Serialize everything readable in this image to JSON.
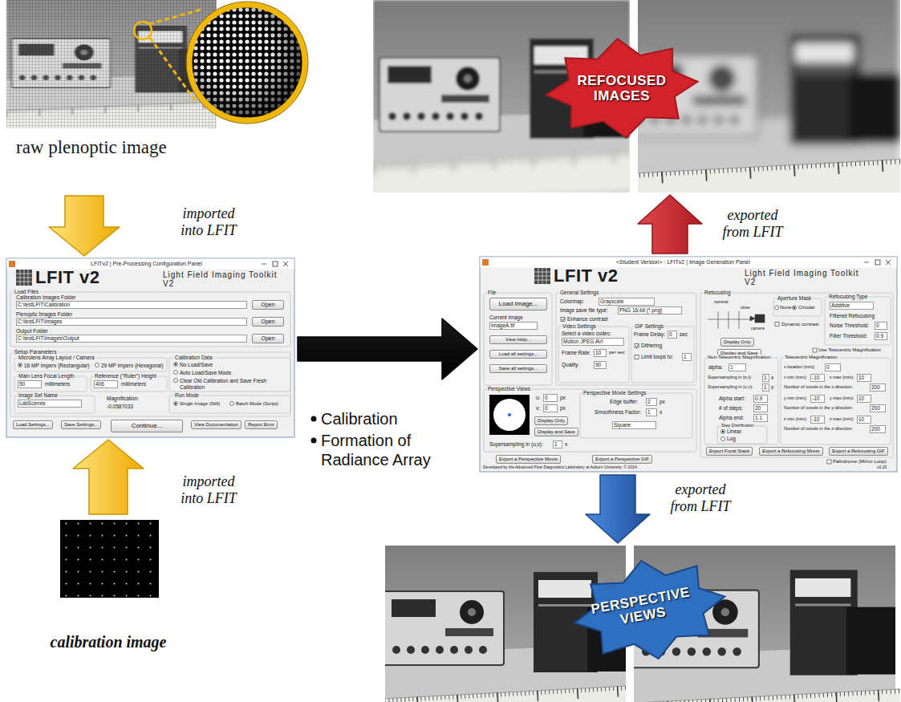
{
  "diagram": {
    "nodes": [
      {
        "text": [
          "raw plenoptic image"
        ]
      },
      {
        "text": [
          "REFOCUSED IMAGES"
        ]
      },
      {
        "text": [
          "LFITv2 | Pre-Processing Configuration Panel",
          "LFIT v2",
          "Light Field Imaging Toolkit V2",
          "Load Files",
          "Calibration Images Folder",
          "C:\\testLFIT\\Calibration",
          "Open",
          "Plenoptic Images Folder",
          "C:\\testLFIT\\Images",
          "Open",
          "Output Folder",
          "C:\\testLFIT\\Images\\Output",
          "Open",
          "Setup Parameters",
          "Microlens Array Layout / Camera",
          "16 MP Imperx (Rectangular)",
          "29 MP Imperx (Hexagonal)",
          "Main Lens Focal Length",
          "50",
          "millimeters",
          "Reference (\"Ruler\") Height",
          "406",
          "millimeters",
          "Calibration Data",
          "No Load/Save",
          "Auto Load/Save Mode",
          "Clear Old Calibration and Save Fresh Calibration",
          "Image Set Name",
          "LabScenes",
          "Magnification:",
          "-0.0587033",
          "Run Mode",
          "Single Image (Still)",
          "Batch Mode (Script)",
          "Load Settings...",
          "Save Settings...",
          "Continue...",
          "View Documentation",
          "Report Error"
        ]
      },
      {
        "text": [
          "<Student Version> : LFITv2 | Image Generation Panel",
          "LFIT v2",
          "Light Field Imaging Toolkit V2",
          "File",
          "Load Image...",
          "Current Image",
          "ImageA.tif",
          "View Help...",
          "Load all settings...",
          "Save all settings...",
          "General Settings",
          "Colormap:",
          "Grayscale",
          "Image save file type:",
          "PNG 16-bit (*.png)",
          "Enhance contrast",
          "Video Settings",
          "Select a video codec:",
          "Motion JPEG AVI",
          "Frame Rate:",
          "10",
          "per sec",
          "Quality:",
          "90",
          "GIF Settings",
          "Frame Delay:",
          "0",
          "sec",
          "Dithering",
          "Limit loops to:",
          "1",
          "Perspective Views",
          "u:",
          "0",
          "px",
          "v:",
          "0",
          "px",
          "Perspective Movie Settings",
          "Edge buffer:",
          "2",
          "px",
          "Smoothness Factor:",
          "1",
          "x",
          "Square",
          "Display Only",
          "Display and Save",
          "Supersampling in (u,v):",
          "1",
          "x",
          "Export a Perspective Movie",
          "Export a Perspective GIF",
          "Refocusing",
          "nominal",
          "close",
          "camera",
          "Display Only",
          "Display and Save",
          "Aperture Mask",
          "None",
          "Circular",
          "Dynamic contrast",
          "Refocusing Type",
          "Additive",
          "Filtered Refocusing",
          "Noise Threshold:",
          "0",
          "Filter Threshold:",
          "0.9",
          "Use Telecentric Magnification",
          "Non-Telecentric Magnification",
          "alpha:",
          "1",
          "Supersampling in (s,t):",
          "1",
          "x",
          "Supersampling in (u,v):",
          "1",
          "x",
          "Alpha start:",
          "0.9",
          "# of steps:",
          "20",
          "Alpha end:",
          "1.1",
          "Step Distribution",
          "Linear",
          "Log",
          "Telecentric Magnification",
          "x location (mm):",
          "0",
          "x min (mm):",
          "-10",
          "x max (mm):",
          "10",
          "Number of voxels in the x-direction:",
          "200",
          "y min (mm):",
          "-10",
          "y max (mm):",
          "10",
          "Number of voxels in the y-direction:",
          "200",
          "z min (mm):",
          "-10",
          "z max (mm):",
          "10",
          "Number of voxels in the z-direction:",
          "200",
          "Export Focal Stack",
          "Export a Refocusing Movie",
          "Export a Refocusing GIF",
          "Palindrome (Mirror Loop)",
          "Developed by the Advanced Flow Diagnostics Laboratory at Auburn University. © 2014.",
          "v2.20"
        ]
      },
      {
        "text": [
          "calibration image"
        ]
      },
      {
        "text": [
          "PERSPECTIVE VIEWS"
        ]
      }
    ],
    "edges": [
      {
        "from": 0,
        "to": 2,
        "arrow": "to",
        "label": "imported into LFIT"
      },
      {
        "from": 4,
        "to": 2,
        "arrow": "to",
        "label": "imported into LFIT"
      },
      {
        "from": 2,
        "to": 3,
        "arrow": "to"
      },
      {
        "from": 3,
        "to": 1,
        "arrow": "to",
        "label": "exported from LFIT"
      },
      {
        "from": 3,
        "to": 5,
        "arrow": "to",
        "label": "exported from LFIT"
      }
    ],
    "labels": [
      "Calibration",
      "Formation of Radiance Array"
    ]
  }
}
